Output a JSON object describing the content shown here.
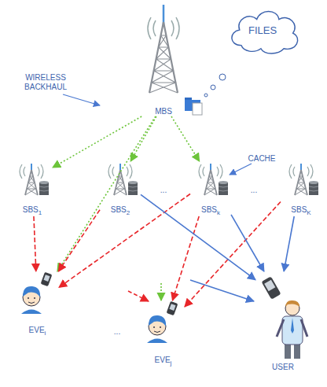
{
  "diagram": {
    "nodes": [
      {
        "text": [
          "FILES"
        ]
      },
      {
        "text": [
          "MBS"
        ]
      },
      {
        "text": [
          "SBS",
          "1"
        ]
      },
      {
        "text": [
          "SBS",
          "2"
        ]
      },
      {
        "text": [
          "SBS",
          "k"
        ]
      },
      {
        "text": [
          "SBS",
          "K"
        ]
      },
      {
        "text": [
          "EVE",
          "i"
        ]
      },
      {
        "text": [
          "EVE",
          "j"
        ]
      },
      {
        "text": [
          "USER"
        ]
      }
    ],
    "edges": [
      {
        "from": 1,
        "to": 2,
        "arrow": "to"
      },
      {
        "from": 1,
        "to": 3,
        "arrow": "to"
      },
      {
        "from": 1,
        "to": 4,
        "arrow": "to"
      },
      {
        "from": 1,
        "to": 6,
        "arrow": "to"
      },
      {
        "from": 2,
        "to": 6,
        "arrow": "to"
      },
      {
        "from": 3,
        "to": 6,
        "arrow": "to"
      },
      {
        "from": 4,
        "to": 6,
        "arrow": "to"
      },
      {
        "from": 4,
        "to": 7,
        "arrow": "to"
      },
      {
        "from": 5,
        "to": 7,
        "arrow": "to"
      },
      {
        "from": 3,
        "to": 8,
        "arrow": "to"
      },
      {
        "from": 4,
        "to": 8,
        "arrow": "to"
      },
      {
        "from": 5,
        "to": 8,
        "arrow": "to"
      }
    ],
    "labels": [
      "WIRELESS BACKHAUL",
      "CACHE",
      "...",
      "...",
      "..."
    ]
  }
}
